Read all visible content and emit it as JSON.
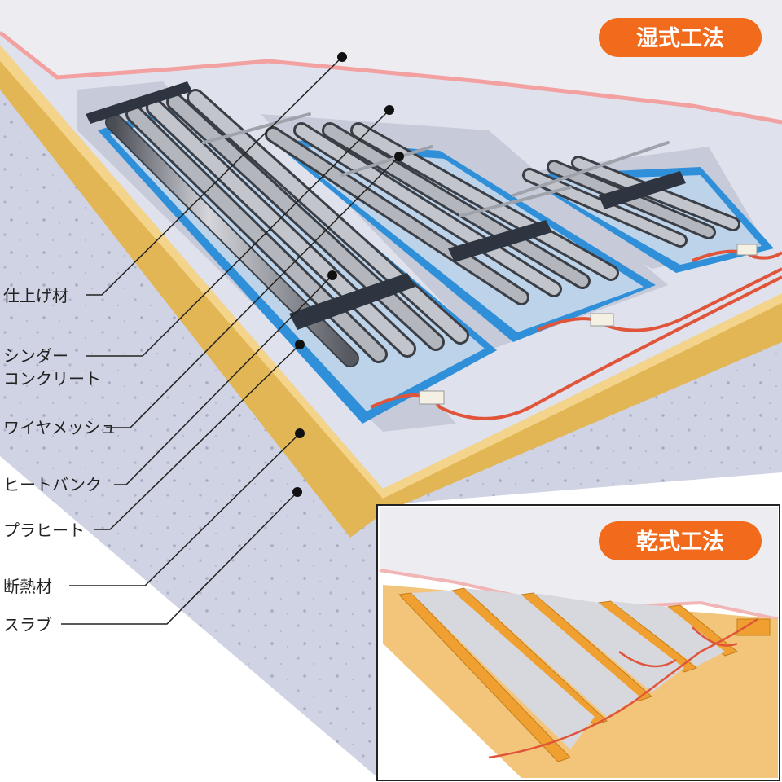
{
  "badges": {
    "wet": "湿式工法",
    "dry": "乾式工法"
  },
  "labels": {
    "finish": "仕上げ材",
    "cinder_line1": "シンダー",
    "cinder_line2": "コンクリート",
    "wire_mesh": "ワイヤメッシュ",
    "heat_bank": "ヒートバンク",
    "pla_heat": "プラヒート",
    "insulation": "断熱材",
    "slab": "スラブ"
  },
  "colors": {
    "badge": "#f26a1b",
    "leader": "#222222",
    "floor_top": "#e8e8ee",
    "finish_edge": "#f2b5b5",
    "concrete": "#cfd3e4",
    "insulation": "#e2b654",
    "pad": "#2f8fd8",
    "pipe": "#8e9198",
    "dry_frame": "#f0a030"
  }
}
